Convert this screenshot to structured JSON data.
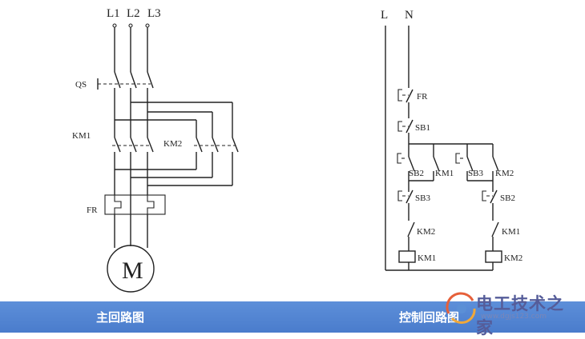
{
  "main_circuit": {
    "phase_labels": [
      "L1",
      "L2",
      "L3"
    ],
    "switch_label": "QS",
    "contactor_1": "KM1",
    "contactor_2": "KM2",
    "overload_label": "FR",
    "motor_label": "M"
  },
  "control_circuit": {
    "line_labels": [
      "L",
      "N"
    ],
    "overload_contact": "FR",
    "stop_button": "SB1",
    "forward_button": "SB2",
    "forward_hold": "KM1",
    "reverse_button": "SB3",
    "reverse_hold": "KM2",
    "forward_interlock_button": "SB3",
    "reverse_interlock_button": "SB2",
    "forward_interlock_contact": "KM2",
    "reverse_interlock_contact": "KM1",
    "forward_coil": "KM1",
    "reverse_coil": "KM2"
  },
  "captions": {
    "left": "主回路图",
    "right": "控制回路图"
  },
  "watermark": {
    "name": "电工技术之家",
    "url": "www.dgjs123.com"
  }
}
